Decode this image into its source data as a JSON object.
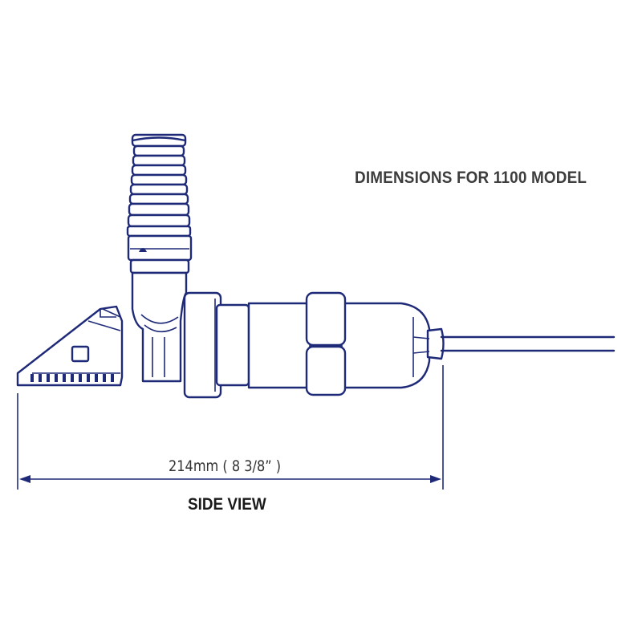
{
  "title": "DIMENSIONS FOR 1100 MODEL",
  "dimension": {
    "value": "214mm ( 8 3/8” )"
  },
  "view_label": "SIDE VIEW",
  "colors": {
    "outline": "#1e2a78",
    "text": "#3d3d3d"
  }
}
